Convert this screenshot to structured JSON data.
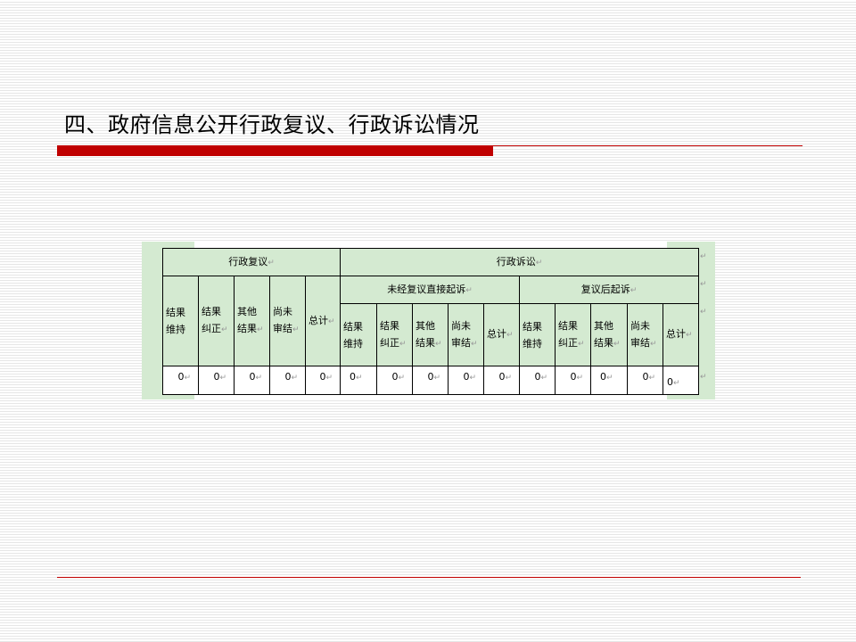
{
  "slide": {
    "title": "四、政府信息公开行政复议、行政诉讼情况"
  },
  "table": {
    "mark": "↵",
    "group_headers": [
      "行政复议",
      "行政诉讼"
    ],
    "sub_headers": [
      "未经复议直接起诉",
      "复议后起诉"
    ],
    "col_labels": [
      [
        "结果",
        "维持"
      ],
      [
        "结果",
        "纠正"
      ],
      [
        "其他",
        "结果"
      ],
      [
        "尚未",
        "审结"
      ],
      [
        "总计",
        ""
      ],
      [
        "结果",
        "维持"
      ],
      [
        "结果",
        "纠正"
      ],
      [
        "其他",
        "结果"
      ],
      [
        "尚未",
        "审结"
      ],
      [
        "总计",
        ""
      ],
      [
        "结果",
        "维持"
      ],
      [
        "结果",
        "纠正"
      ],
      [
        "其他",
        "结果"
      ],
      [
        "尚未",
        "审结"
      ],
      [
        "总计",
        ""
      ]
    ],
    "values": [
      "0",
      "0",
      "0",
      "0",
      "0",
      "0",
      "0",
      "0",
      "0",
      "0",
      "0",
      "0",
      "0",
      "0",
      "0"
    ]
  }
}
